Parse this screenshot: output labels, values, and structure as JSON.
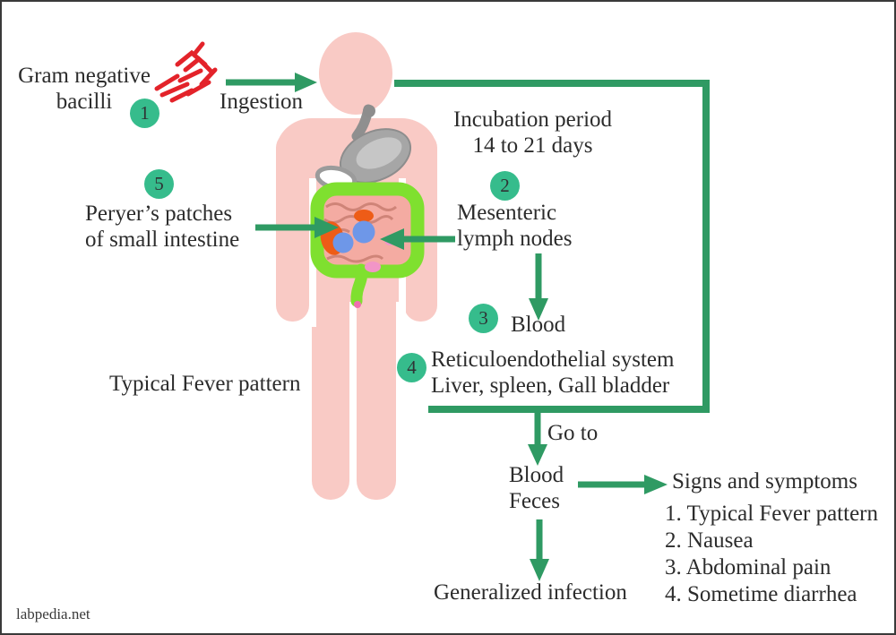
{
  "site": {
    "watermark": "labpedia.net"
  },
  "colors": {
    "arrow_green": "#2f9a63",
    "badge_green": "#36bc8c",
    "body_pink": "#f9cac5",
    "intestine_green": "#7fe02f",
    "intestine_pink": "#f4aba2",
    "stomach_gray": "#a6a6a6",
    "bacilli_red": "#e3232a",
    "lymph_node_blue": "#6e97e8",
    "text": "#2c2c2c"
  },
  "icons": {
    "bacilli": "bacilli-icon",
    "human_body": "human-body-figure",
    "stomach": "stomach-icon",
    "intestine": "intestine-icon",
    "arrows": "flow-arrow"
  },
  "nodes": {
    "gram_negative": {
      "badge": "1",
      "line1": "Gram negative",
      "line2": "bacilli"
    },
    "ingestion": {
      "label": "Ingestion"
    },
    "incubation": {
      "line1": "Incubation period",
      "line2": "14 to 21 days"
    },
    "mesenteric": {
      "badge": "2",
      "line1": "Mesenteric",
      "line2": "lymph nodes"
    },
    "peryers": {
      "badge": "5",
      "line1": "Peryer’s patches",
      "line2": "of small intestine"
    },
    "blood": {
      "badge": "3",
      "label": "Blood"
    },
    "reticuloendothelial": {
      "badge": "4",
      "line1": "Reticuloendothelial system",
      "line2": "Liver, spleen, Gall bladder"
    },
    "typical_fever": {
      "label": "Typical Fever pattern"
    },
    "go_to": {
      "label": "Go to"
    },
    "blood_feces": {
      "line1": "Blood",
      "line2": "Feces"
    },
    "generalized_infection": {
      "label": "Generalized infection"
    },
    "signs": {
      "title": "Signs and symptoms",
      "items": [
        "1. Typical Fever pattern",
        "2. Nausea",
        "3. Abdominal pain",
        "4. Sometime diarrhea"
      ]
    }
  }
}
